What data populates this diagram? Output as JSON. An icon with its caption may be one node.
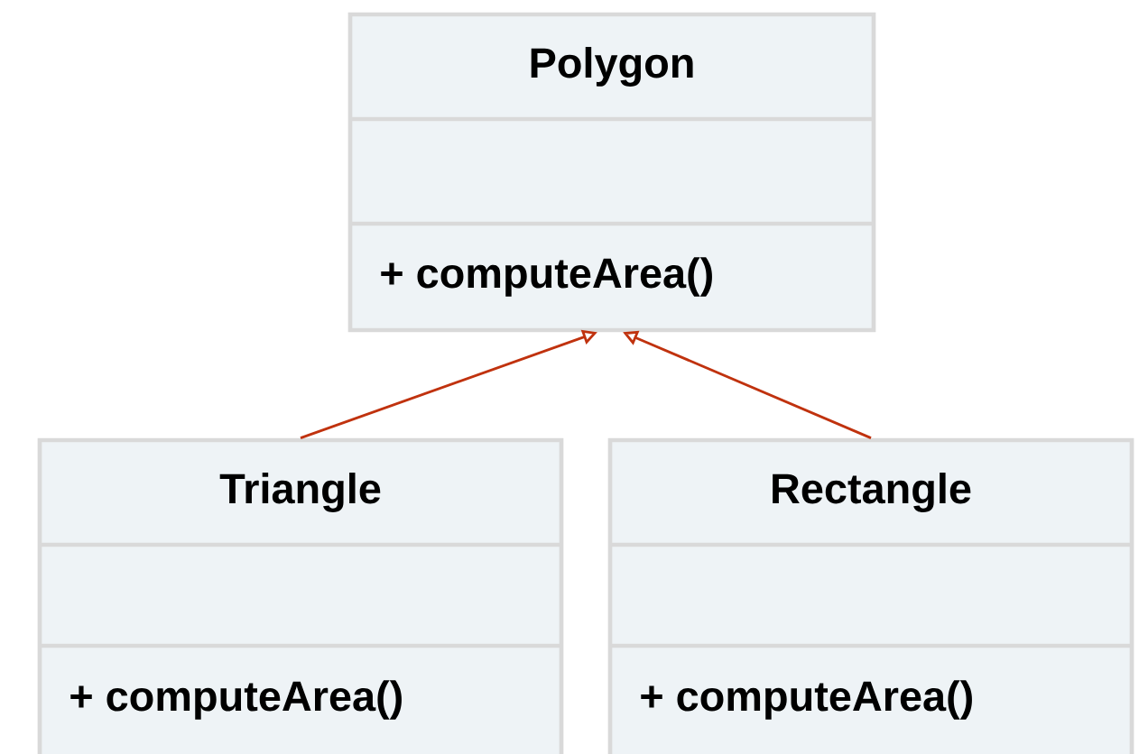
{
  "diagram": {
    "nodes": [
      {
        "text": [
          "Polygon",
          "+  computeArea()"
        ]
      },
      {
        "text": [
          "Triangle",
          "+ computeArea()"
        ]
      },
      {
        "text": [
          "Rectangle",
          "+ computeArea()"
        ]
      }
    ],
    "edges": [
      {
        "from": 1,
        "to": 0,
        "arrow": "to"
      },
      {
        "from": 2,
        "to": 0,
        "arrow": "to"
      }
    ]
  }
}
